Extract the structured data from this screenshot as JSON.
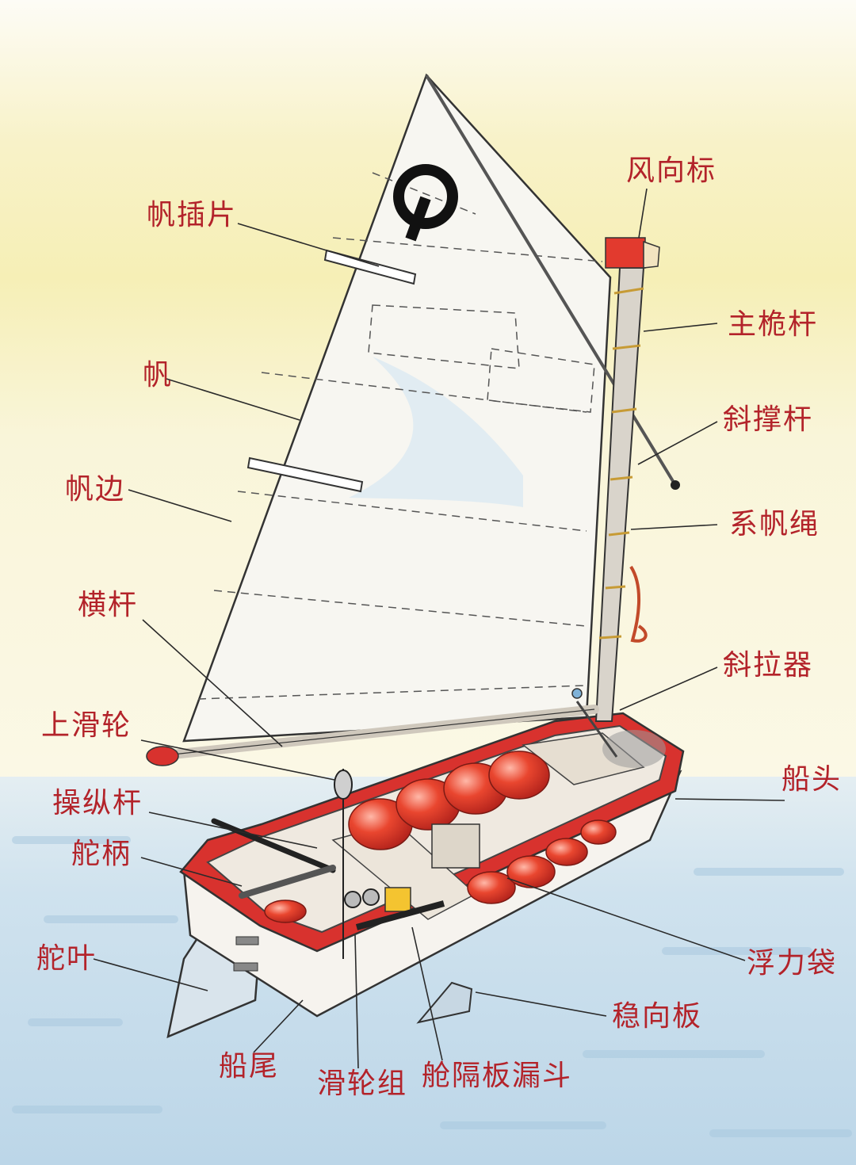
{
  "diagram": {
    "colors": {
      "label": "#b3232a",
      "hull_red": "#d8322e",
      "sail": "#f7f6f1",
      "water": "#cfe2ee",
      "sky": "#f6efb6",
      "line": "#3a3a3a"
    },
    "sail_logo": "Q",
    "labels": {
      "wind_vane": "风向标",
      "sail_batten": "帆插片",
      "mast": "主桅杆",
      "sail": "帆",
      "sprit": "斜撑杆",
      "luff_ties": "系帆绳",
      "sail_edge": "帆边",
      "boom": "横杆",
      "vang": "斜拉器",
      "upper_block": "上滑轮",
      "bow": "船头",
      "tiller_extension": "操纵杆",
      "tiller": "舵柄",
      "rudder_blade": "舵叶",
      "buoyancy_bags": "浮力袋",
      "centerboard": "稳向板",
      "stern": "船尾",
      "pulley_block": "滑轮组",
      "bulkhead_funnel": "舱隔板漏斗"
    }
  }
}
